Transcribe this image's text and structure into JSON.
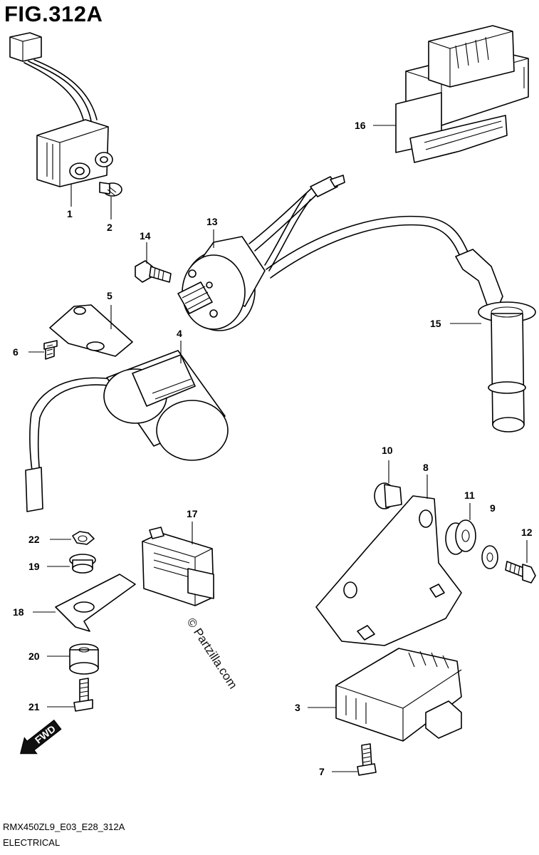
{
  "figure": {
    "title": "FIG.312A",
    "code": "RMX450ZL9_E03_E28_312A",
    "category": "ELECTRICAL",
    "watermark": "© Partzilla.com",
    "direction_label": "FWD"
  },
  "callouts": {
    "c1": "1",
    "c2": "2",
    "c3": "3",
    "c4": "4",
    "c5": "5",
    "c6": "6",
    "c7": "7",
    "c8": "8",
    "c9": "9",
    "c10": "10",
    "c11": "11",
    "c12": "12",
    "c13": "13",
    "c14": "14",
    "c15": "15",
    "c16": "16",
    "c17": "17",
    "c18": "18",
    "c19": "19",
    "c20": "20",
    "c21": "21",
    "c22": "22"
  }
}
